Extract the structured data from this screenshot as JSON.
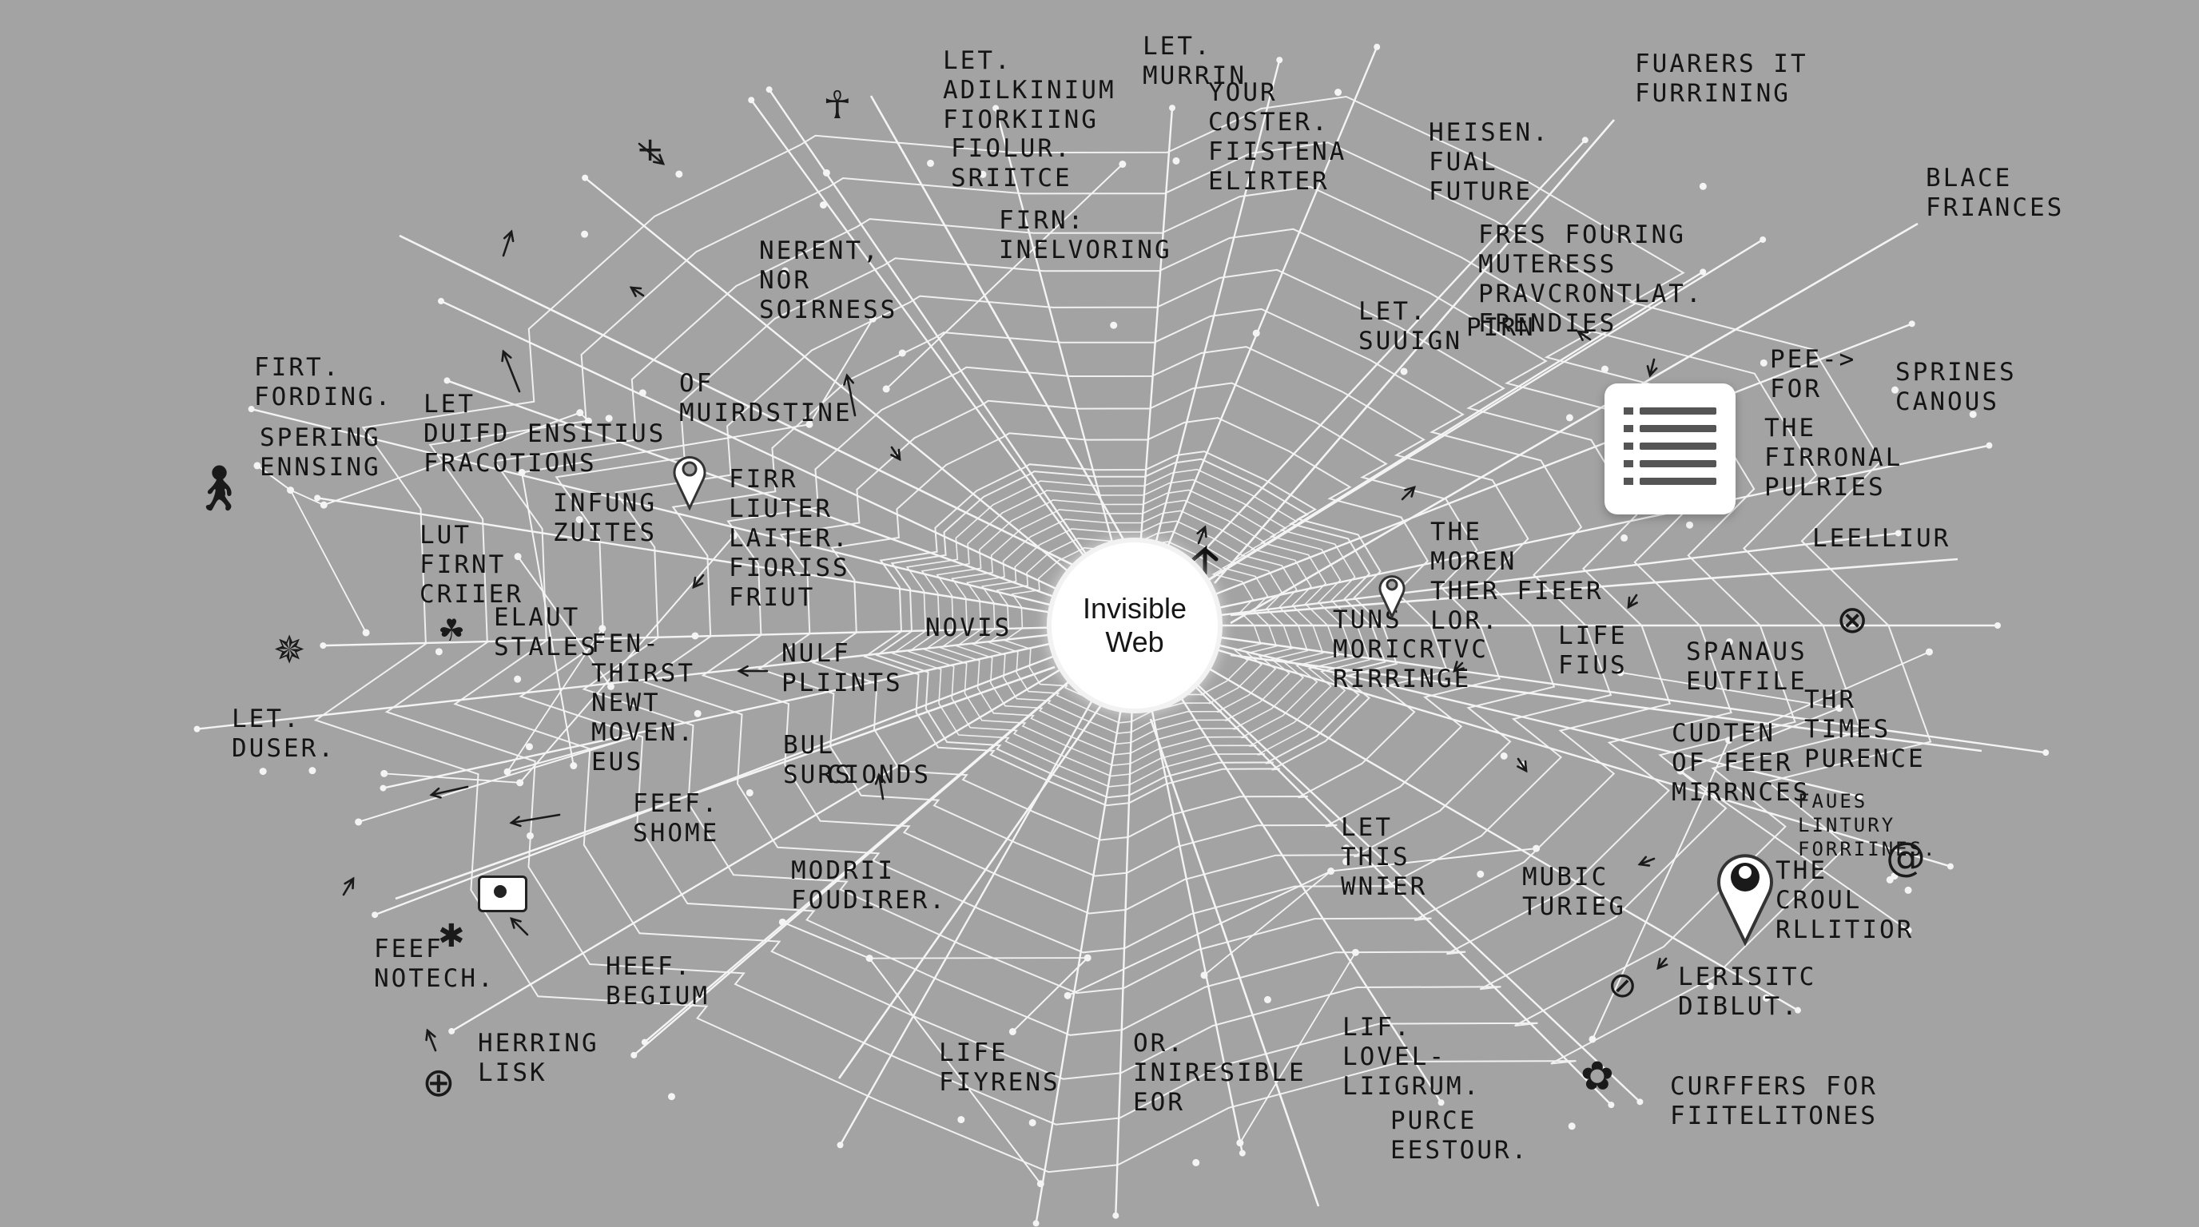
{
  "hub": {
    "title": "Invisible Web"
  },
  "labels": [
    "LET.\nADILKINIUM\nFIORKIING",
    "LET.\nMURRIN",
    "YOUR\nCOSTER.\nFIISTENA\nELIRTER",
    "HEISEN.\nFUAL\nFUTURE",
    "FUARERS IT\nFURRINING",
    "BLACE\nFRIANCES",
    "FIOLUR.\nSRIITCE",
    "FIRN:\nINELVORING",
    "NERENT,\nNOR\nSOIRNESS",
    "FRES FOURING\nMUTERESS\nPRAVCRONTLAT.\nFRENDIES",
    "LET.\nSUUIGN",
    "PIRN",
    "FIRT.\nFORDING.",
    "SPERING\nENNSING",
    "LET\nDUIFD ENSITIUS\nFRACOTIONS",
    "OF\nMUIRDSTINE",
    "PEE->\nFOR",
    "SPRINES\nCANOUS",
    "THE\nFIRRONAL\nPULRIES",
    "FIRR\nLIUTER\nLAITER.\nFIORISS\nFRIUT",
    "INFUNG\nZUITES",
    "LUT\nFIRNT\nCRIIER",
    "LEELLIUR",
    "THE\nMOREN\nTHER FIEER\nLOR.",
    "ELAUT\nSTALES",
    "FEN-\nTHIRST\nNEWT\nMOVEN.\nEUS",
    "NULF\nPLIINTS",
    "NOVIS",
    "TUNS\nMORICRTVC\nRIRRINGE",
    "LIFE\nFIUS",
    "SPANAUS\nEUTFILE",
    "LET.\nDUSER.",
    "BUL\nSURS",
    "CIONDS",
    "FEEF.\nSHOME",
    "THR\nTIMES\nPURENCE",
    "CUDTEN\nOF FEER\nMIRRNCES",
    "FAUES\nLINTURY\nFORRIINES.",
    "LET\nTHIS\nWNIER",
    "MODRII\nFOUDIRER.",
    "MUBIC\nTURIEG",
    "THE\nCROUL\nRLLITIOR",
    "FEEF\nNOTECH.",
    "HEEF.\nBEGIUM",
    "LERISITC\nDIBLUT.",
    "HERRING\nLISK",
    "LIFE\nFIYRENS",
    "OR.\nINIRESIBLE\nEOR",
    "LIF.\nLOVEL-\nLIIGRUM.",
    "PURCE\nEESTOUR.",
    "CURFFERS FOR\nFIITELITONES"
  ],
  "icons": {
    "walker": "walker-icon",
    "robot": "robot-icon",
    "cross": "cross-icon",
    "pin": "location-pin-icon",
    "document": "document-icon",
    "add": "plus-circle-icon",
    "at": "at-sign-icon",
    "close": "close-circle-icon",
    "photo": "photo-icon",
    "flowers": "flower-icon"
  },
  "colors": {
    "background": "#a3a3a3",
    "web": "#f4f4f4",
    "ink": "#141414",
    "hub": "#ffffff"
  }
}
